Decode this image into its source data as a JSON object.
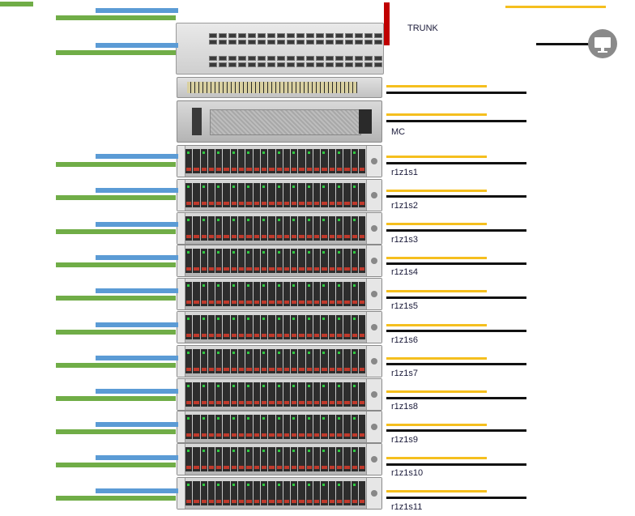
{
  "labels": {
    "trunk": "TRUNK",
    "mc": "MC",
    "servers": [
      "r1z1s1",
      "r1z1s2",
      "r1z1s3",
      "r1z1s4",
      "r1z1s5",
      "r1z1s6",
      "r1z1s7",
      "r1z1s8",
      "r1z1s9",
      "r1z1s10",
      "r1z1s11"
    ]
  },
  "colors": {
    "blue_link": "#5b9bd5",
    "green_link": "#70ad47",
    "yellow_link": "#f5bf1e",
    "black_link": "#111111",
    "trunk_marker": "#c00000"
  },
  "icons": {
    "monitor": "monitor-icon"
  }
}
